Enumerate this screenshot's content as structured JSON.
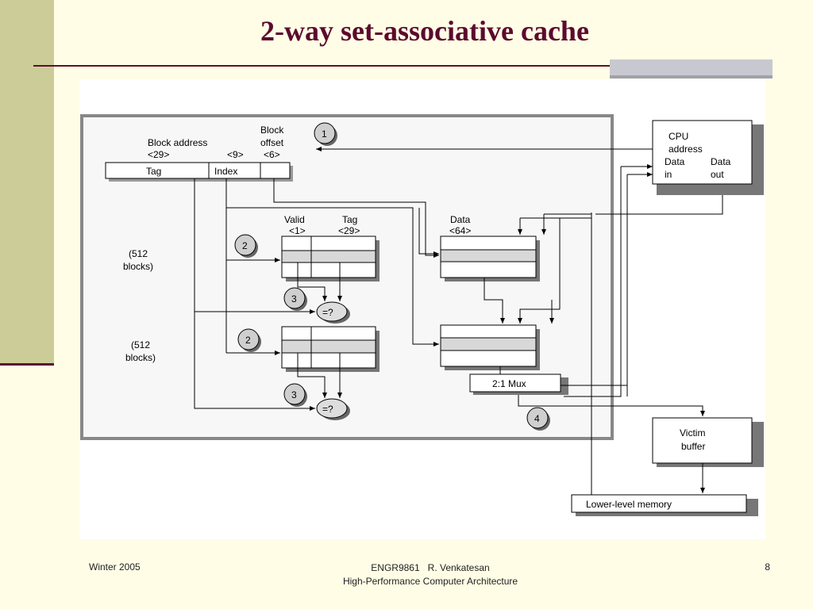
{
  "slide": {
    "title": "2-way set-associative cache",
    "footer_left": "Winter 2005",
    "footer_center_line1": "ENGR9861   R. Venkatesan",
    "footer_center_line2": "High-Performance Computer Architecture",
    "page_number": "8"
  },
  "diagram": {
    "block_address_label": "Block address",
    "block_address_bits": "<29>",
    "index_bits": "<9>",
    "block_offset_label_1": "Block",
    "block_offset_label_2": "offset",
    "block_offset_bits": "<6>",
    "tag_field": "Tag",
    "index_field": "Index",
    "valid_label": "Valid",
    "valid_bits": "<1>",
    "tag_label": "Tag",
    "tag_bits": "<29>",
    "data_label": "Data",
    "data_bits": "<64>",
    "blocks_1_line1": "(512",
    "blocks_1_line2": "blocks)",
    "blocks_2_line1": "(512",
    "blocks_2_line2": "blocks)",
    "compare_1": "=?",
    "compare_2": "=?",
    "mux": "2:1 Mux",
    "cpu_1": "CPU",
    "cpu_2": "address",
    "cpu_data_in_1": "Data",
    "cpu_data_in_2": "in",
    "cpu_data_out_1": "Data",
    "cpu_data_out_2": "out",
    "victim_1": "Victim",
    "victim_2": "buffer",
    "lower_memory": "Lower-level memory",
    "step_1": "1",
    "step_2a": "2",
    "step_2b": "2",
    "step_3a": "3",
    "step_3b": "3",
    "step_4": "4"
  }
}
